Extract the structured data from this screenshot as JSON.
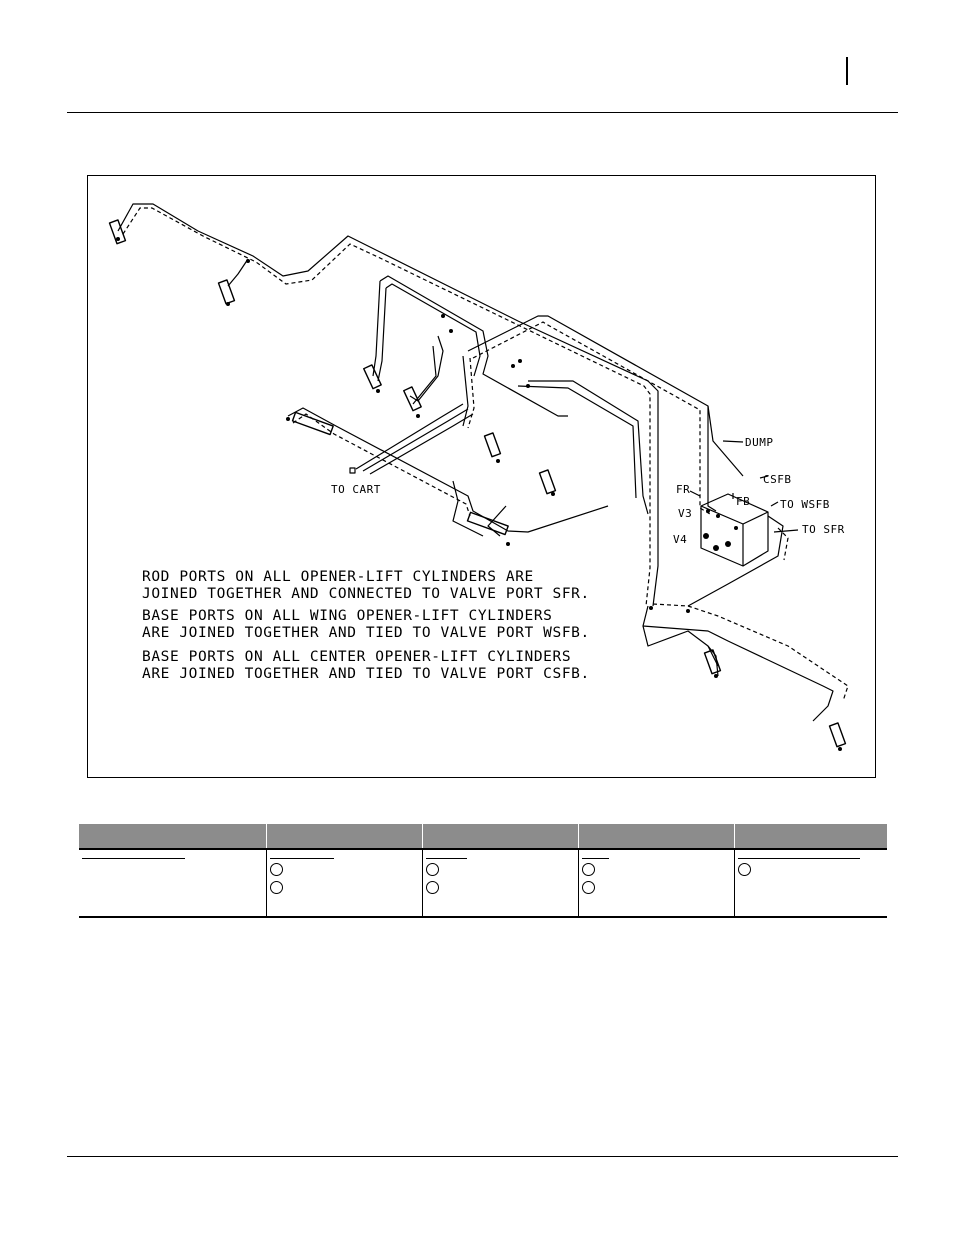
{
  "figure": {
    "notes": [
      "ROD PORTS ON ALL OPENER-LIFT CYLINDERS ARE",
      "JOINED TOGETHER AND CONNECTED TO VALVE PORT SFR.",
      "BASE PORTS ON ALL WING OPENER-LIFT CYLINDERS",
      "ARE JOINED TOGETHER AND TIED TO VALVE PORT WSFB.",
      "BASE PORTS ON ALL CENTER OPENER-LIFT CYLINDERS",
      "ARE JOINED TOGETHER AND TIED TO VALVE PORT CSFB."
    ],
    "labels": {
      "dump": "DUMP",
      "csfb": "CSFB",
      "fr": "FR",
      "fb": "FB",
      "to_wsfb": "TO WSFB",
      "v3": "V3",
      "to_sfr": "TO SFR",
      "v4": "V4",
      "to_cart": "TO CART"
    }
  },
  "legend_table": {
    "columns": 5
  }
}
